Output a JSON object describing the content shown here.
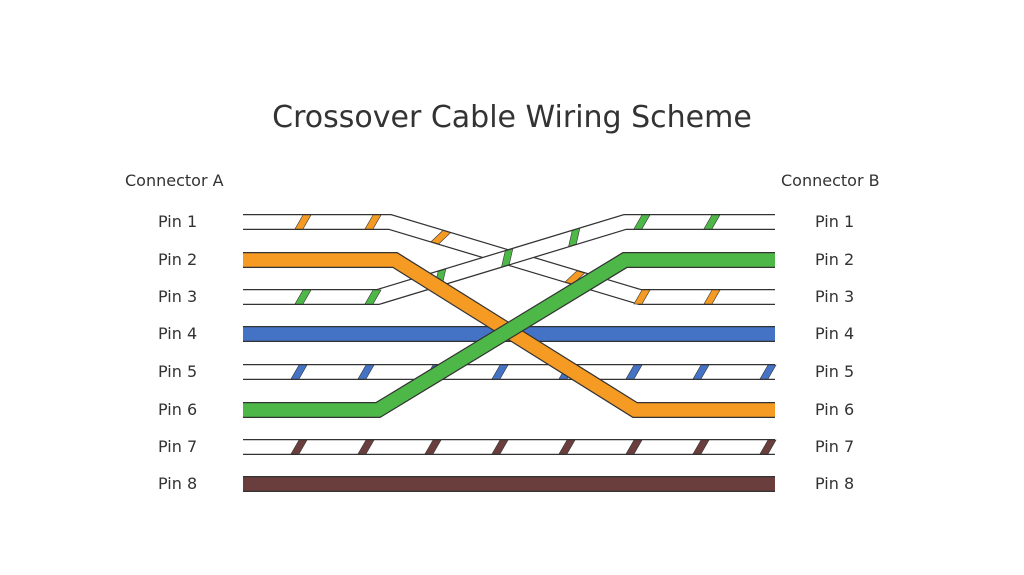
{
  "title": "Crossover Cable Wiring Scheme",
  "connector_a": {
    "label": "Connector A",
    "pins": [
      "Pin 1",
      "Pin 2",
      "Pin 3",
      "Pin 4",
      "Pin 5",
      "Pin 6",
      "Pin 7",
      "Pin 8"
    ]
  },
  "connector_b": {
    "label": "Connector B",
    "pins": [
      "Pin 1",
      "Pin 2",
      "Pin 3",
      "Pin 4",
      "Pin 5",
      "Pin 6",
      "Pin 7",
      "Pin 8"
    ]
  },
  "colors": {
    "orange": "#f59a23",
    "green": "#4db848",
    "blue": "#4472c4",
    "brown": "#6b3e3e",
    "outline": "#333333",
    "white": "#ffffff"
  },
  "wires": [
    {
      "name": "white-orange",
      "color": "orange",
      "striped": true,
      "from_pin": 1,
      "to_pin": 3
    },
    {
      "name": "orange",
      "color": "orange",
      "striped": false,
      "from_pin": 2,
      "to_pin": 6
    },
    {
      "name": "white-green",
      "color": "green",
      "striped": true,
      "from_pin": 3,
      "to_pin": 1
    },
    {
      "name": "blue",
      "color": "blue",
      "striped": false,
      "from_pin": 4,
      "to_pin": 4
    },
    {
      "name": "white-blue",
      "color": "blue",
      "striped": true,
      "from_pin": 5,
      "to_pin": 5
    },
    {
      "name": "green",
      "color": "green",
      "striped": false,
      "from_pin": 6,
      "to_pin": 2
    },
    {
      "name": "white-brown",
      "color": "brown",
      "striped": true,
      "from_pin": 7,
      "to_pin": 7
    },
    {
      "name": "brown",
      "color": "brown",
      "striped": false,
      "from_pin": 8,
      "to_pin": 8
    }
  ]
}
